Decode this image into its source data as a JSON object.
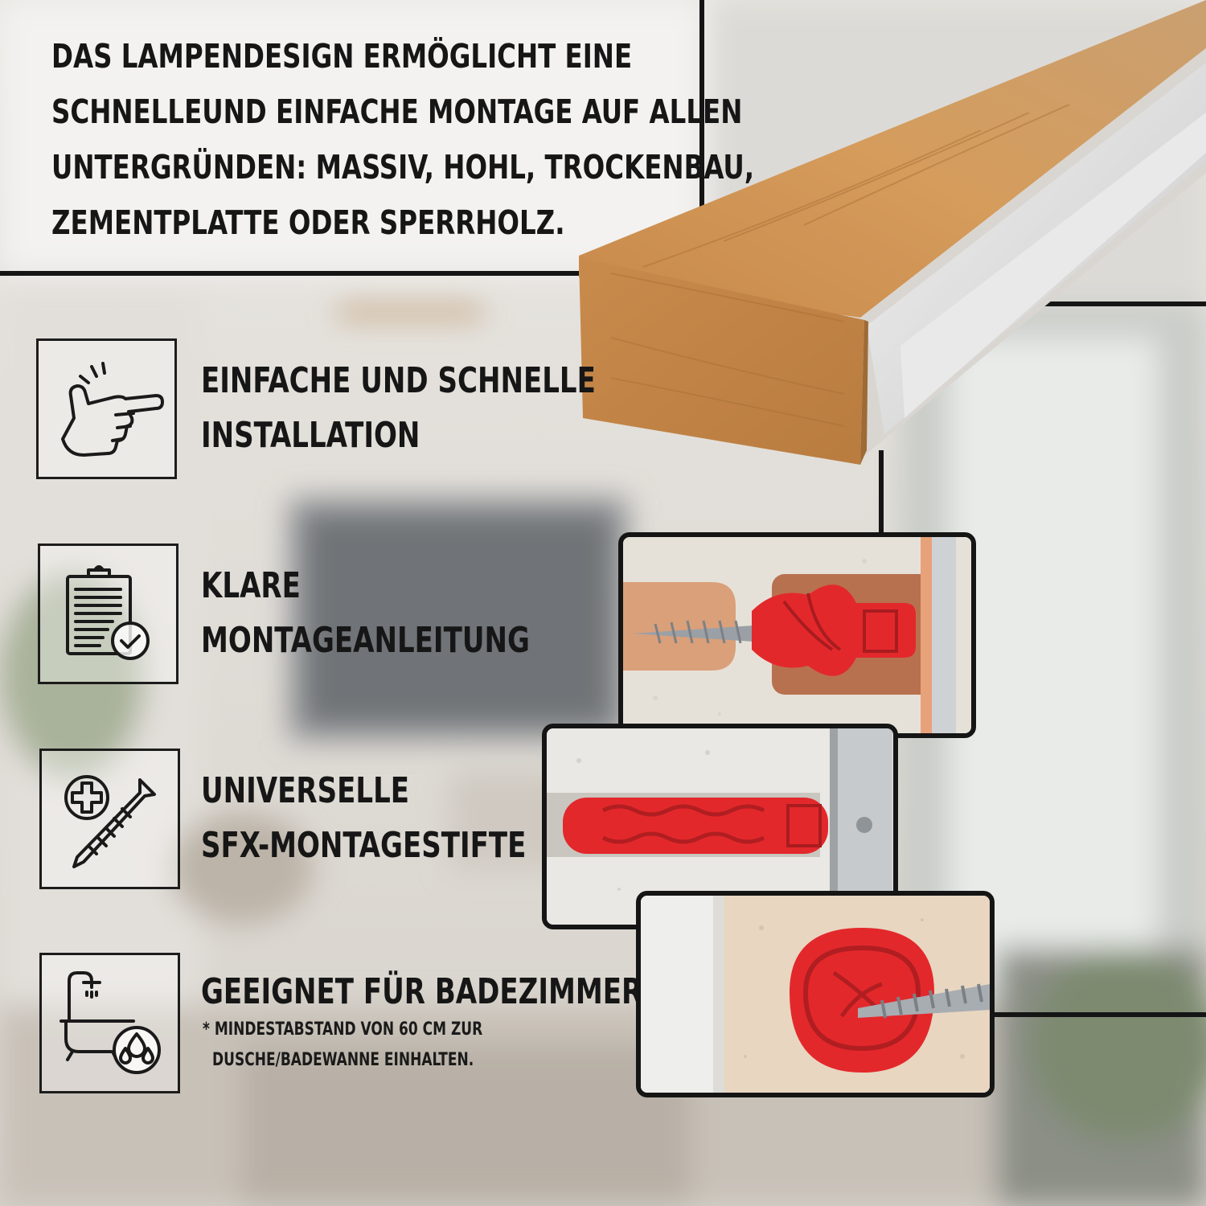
{
  "header": {
    "lines": [
      "Das Lampendesign ermöglicht eine",
      "schnelleund einfache Montage auf allen",
      "Untergründen: massiv, hohl, Trockenbau,",
      "Zementplatte oder Sperrholz."
    ]
  },
  "features": [
    {
      "icon": "pointing-hand-icon",
      "lines": [
        "Einfache und schnelle",
        "Installation"
      ]
    },
    {
      "icon": "clipboard-check-icon",
      "lines": [
        "Klare",
        "Montageanleitung"
      ]
    },
    {
      "icon": "screw-icon",
      "lines": [
        "Universelle",
        "SFX-Montagestifte"
      ]
    },
    {
      "icon": "bathtub-water-icon",
      "lines": [
        "Geeignet für Badezimmer"
      ]
    }
  ],
  "note": {
    "lines": [
      "* Mindestabstand von 60 cm zur",
      "Dusche/Badewanne einhalten."
    ]
  },
  "colors": {
    "accent_red": "#e3282b",
    "wood": "#c98f4e",
    "frame": "#151515"
  }
}
